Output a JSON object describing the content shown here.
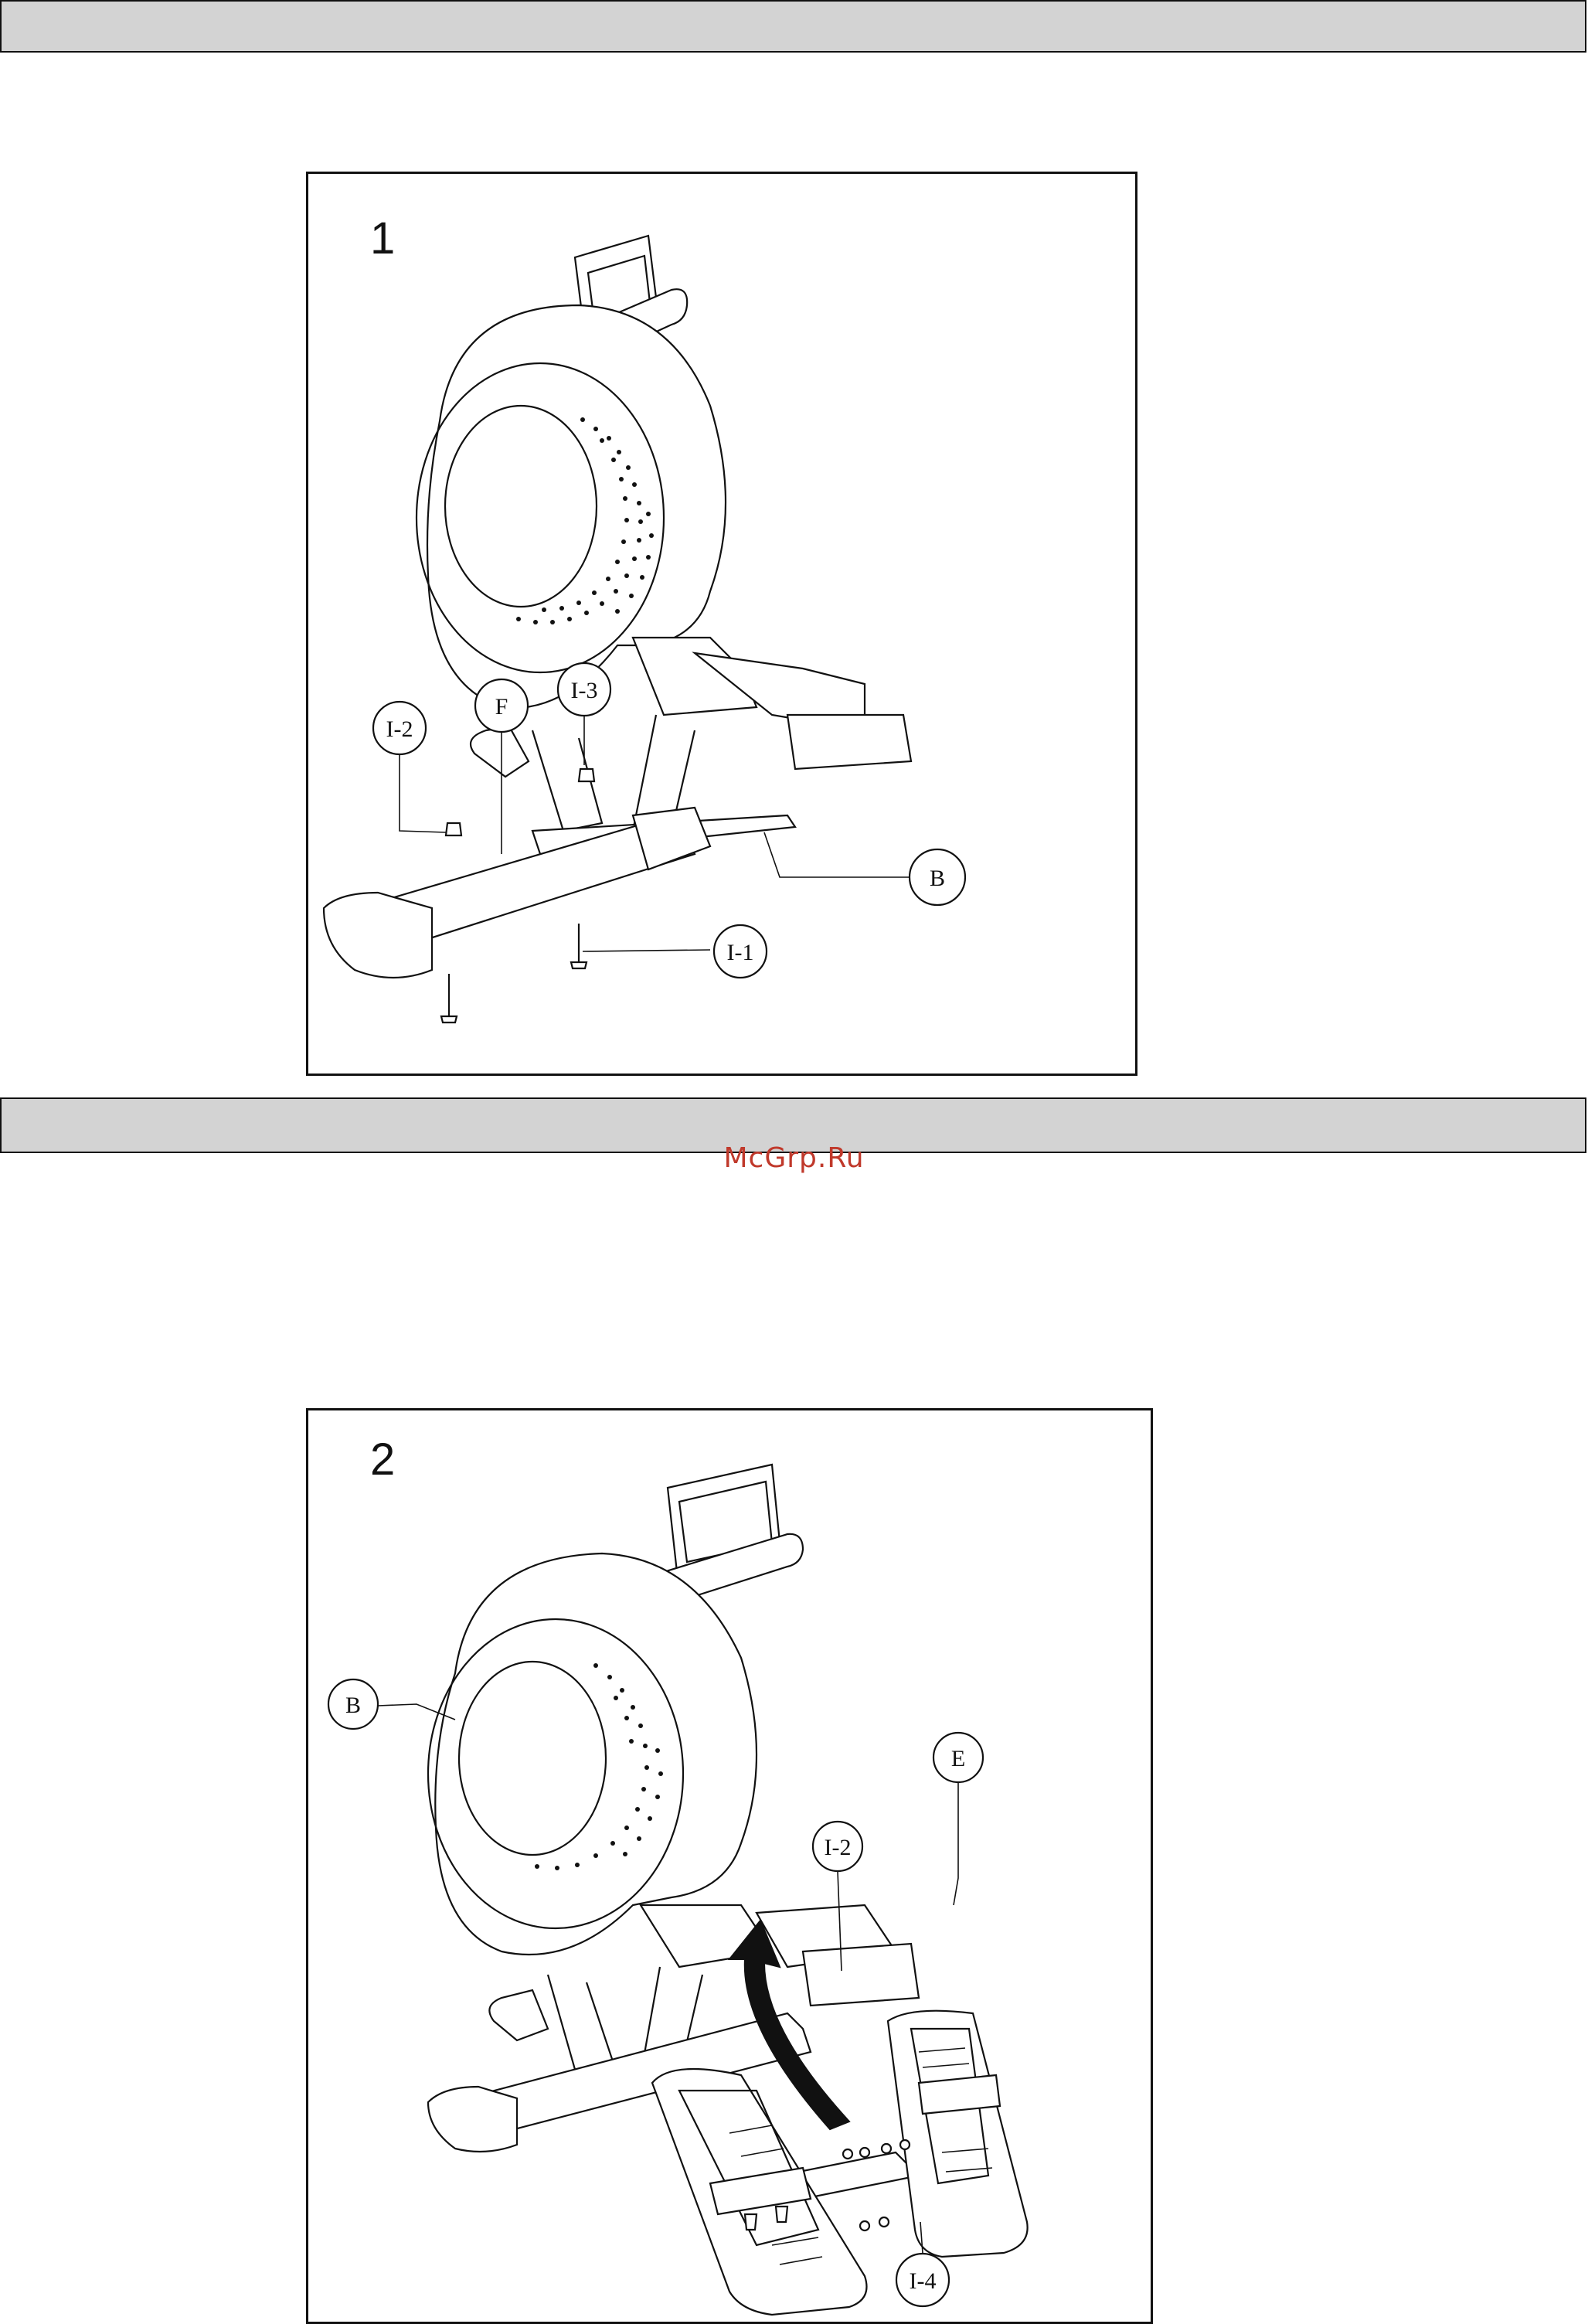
{
  "header_band_top": {
    "label": ""
  },
  "header_band_mid": {
    "label": ""
  },
  "watermark": {
    "text": "McGrp.Ru"
  },
  "figure1": {
    "step": "1",
    "callouts": {
      "i2": "I-2",
      "f": "F",
      "i3": "I-3",
      "i1": "I-1",
      "b": "B"
    }
  },
  "figure2": {
    "step": "2",
    "callouts": {
      "b": "B",
      "e": "E",
      "i2": "I-2",
      "i4": "I-4"
    }
  }
}
